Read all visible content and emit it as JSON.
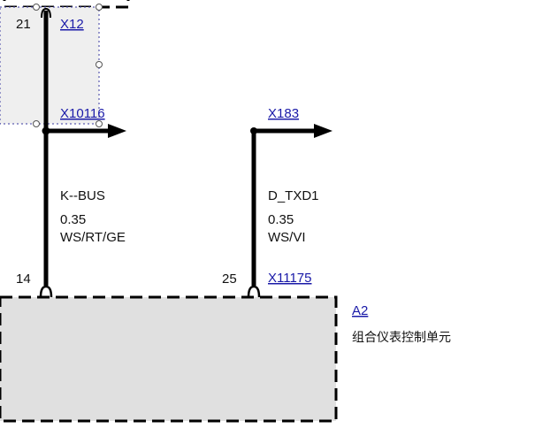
{
  "top_component": {
    "pin": "21",
    "connector_link": "X12"
  },
  "splice": {
    "connector_link": "X10116"
  },
  "wire_left": {
    "signal": "K--BUS",
    "cross_section": "0.35",
    "color_code": "WS/RT/GE",
    "bottom_pin": "14"
  },
  "wire_right": {
    "connector_link_top": "X183",
    "signal": "D_TXD1",
    "cross_section": "0.35",
    "color_code": "WS/VI",
    "bottom_pin": "25",
    "connector_link_bottom": "X11175"
  },
  "bottom_component": {
    "ref_link": "A2",
    "description": "组合仪表控制单元"
  },
  "colors": {
    "wire": "#000000",
    "link": "#1a1aa8",
    "component_fill": "#e0e0e0",
    "selection_fill": "#efefef",
    "selection_border": "#3a3aa0"
  }
}
